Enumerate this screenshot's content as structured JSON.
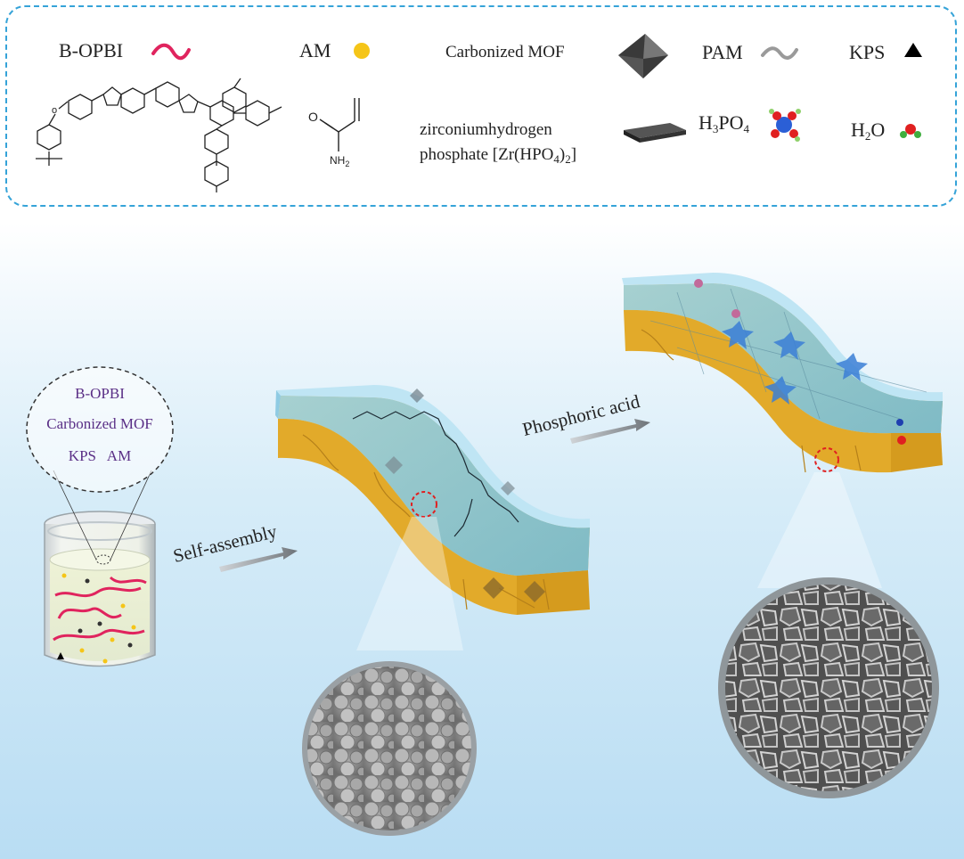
{
  "legend": {
    "b_opbi": "B-OPBI",
    "am": "AM",
    "carbonized_mof": "Carbonized MOF",
    "pam": "PAM",
    "kps": "KPS",
    "zr_line1": "zirconiumhydrogen",
    "zr_line2_a": "phosphate [Zr(HPO",
    "zr_line2_sub1": "4",
    "zr_line2_b": ")",
    "zr_line2_sub2": "2",
    "zr_line2_c": "]",
    "h3po4_a": "H",
    "h3po4_sub1": "3",
    "h3po4_b": "PO",
    "h3po4_sub2": "4",
    "h2o_a": "H",
    "h2o_sub": "2",
    "h2o_b": "O",
    "am_o": "O",
    "am_nh2_a": "NH",
    "am_nh2_sub": "2"
  },
  "bubble": {
    "line1": "B-OPBI",
    "line2": "Carbonized MOF",
    "line3": "KPS   AM"
  },
  "steps": {
    "self_assembly": "Self-assembly",
    "phosphoric_acid": "Phosphoric acid"
  },
  "colors": {
    "legend_border": "#35a3d8",
    "b_opbi_strand": "#e0245e",
    "am_dot": "#f5c518",
    "membrane_top": "#8fd0ea",
    "membrane_yellow": "#e9b530",
    "bubble_text": "#5a2f86"
  }
}
